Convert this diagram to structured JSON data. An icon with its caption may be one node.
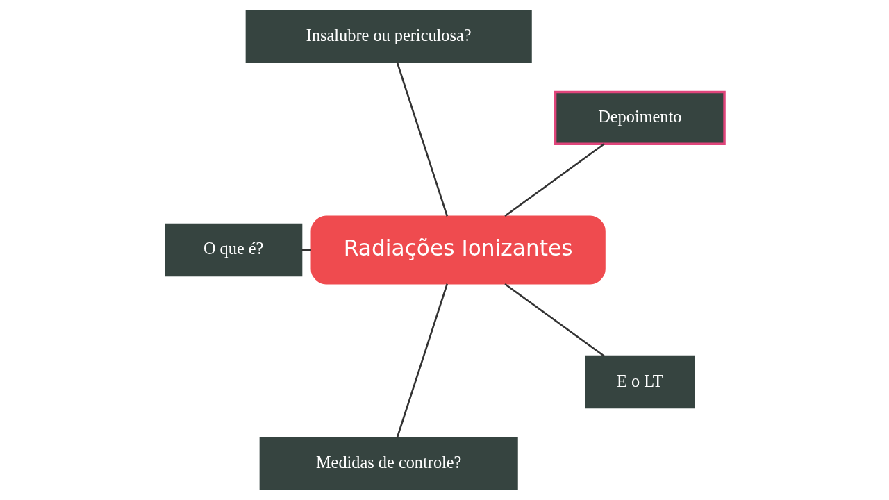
{
  "diagram": {
    "nodes": [
      {
        "text": [
          "Depoimento"
        ]
      },
      {
        "text": [
          "Insalubre ou periculosa?"
        ]
      },
      {
        "text": [
          "Radiações Ionizantes"
        ]
      },
      {
        "text": [
          "O que é?"
        ]
      },
      {
        "text": [
          "Medidas de controle?"
        ]
      },
      {
        "text": [
          "E o LT"
        ]
      }
    ],
    "edges": [
      {
        "from": 2,
        "to": 0,
        "arrow": "none"
      },
      {
        "from": 2,
        "to": 1,
        "arrow": "none"
      },
      {
        "from": 2,
        "to": 3,
        "arrow": "none"
      },
      {
        "from": 2,
        "to": 4,
        "arrow": "none"
      },
      {
        "from": 2,
        "to": 5,
        "arrow": "none"
      }
    ]
  }
}
